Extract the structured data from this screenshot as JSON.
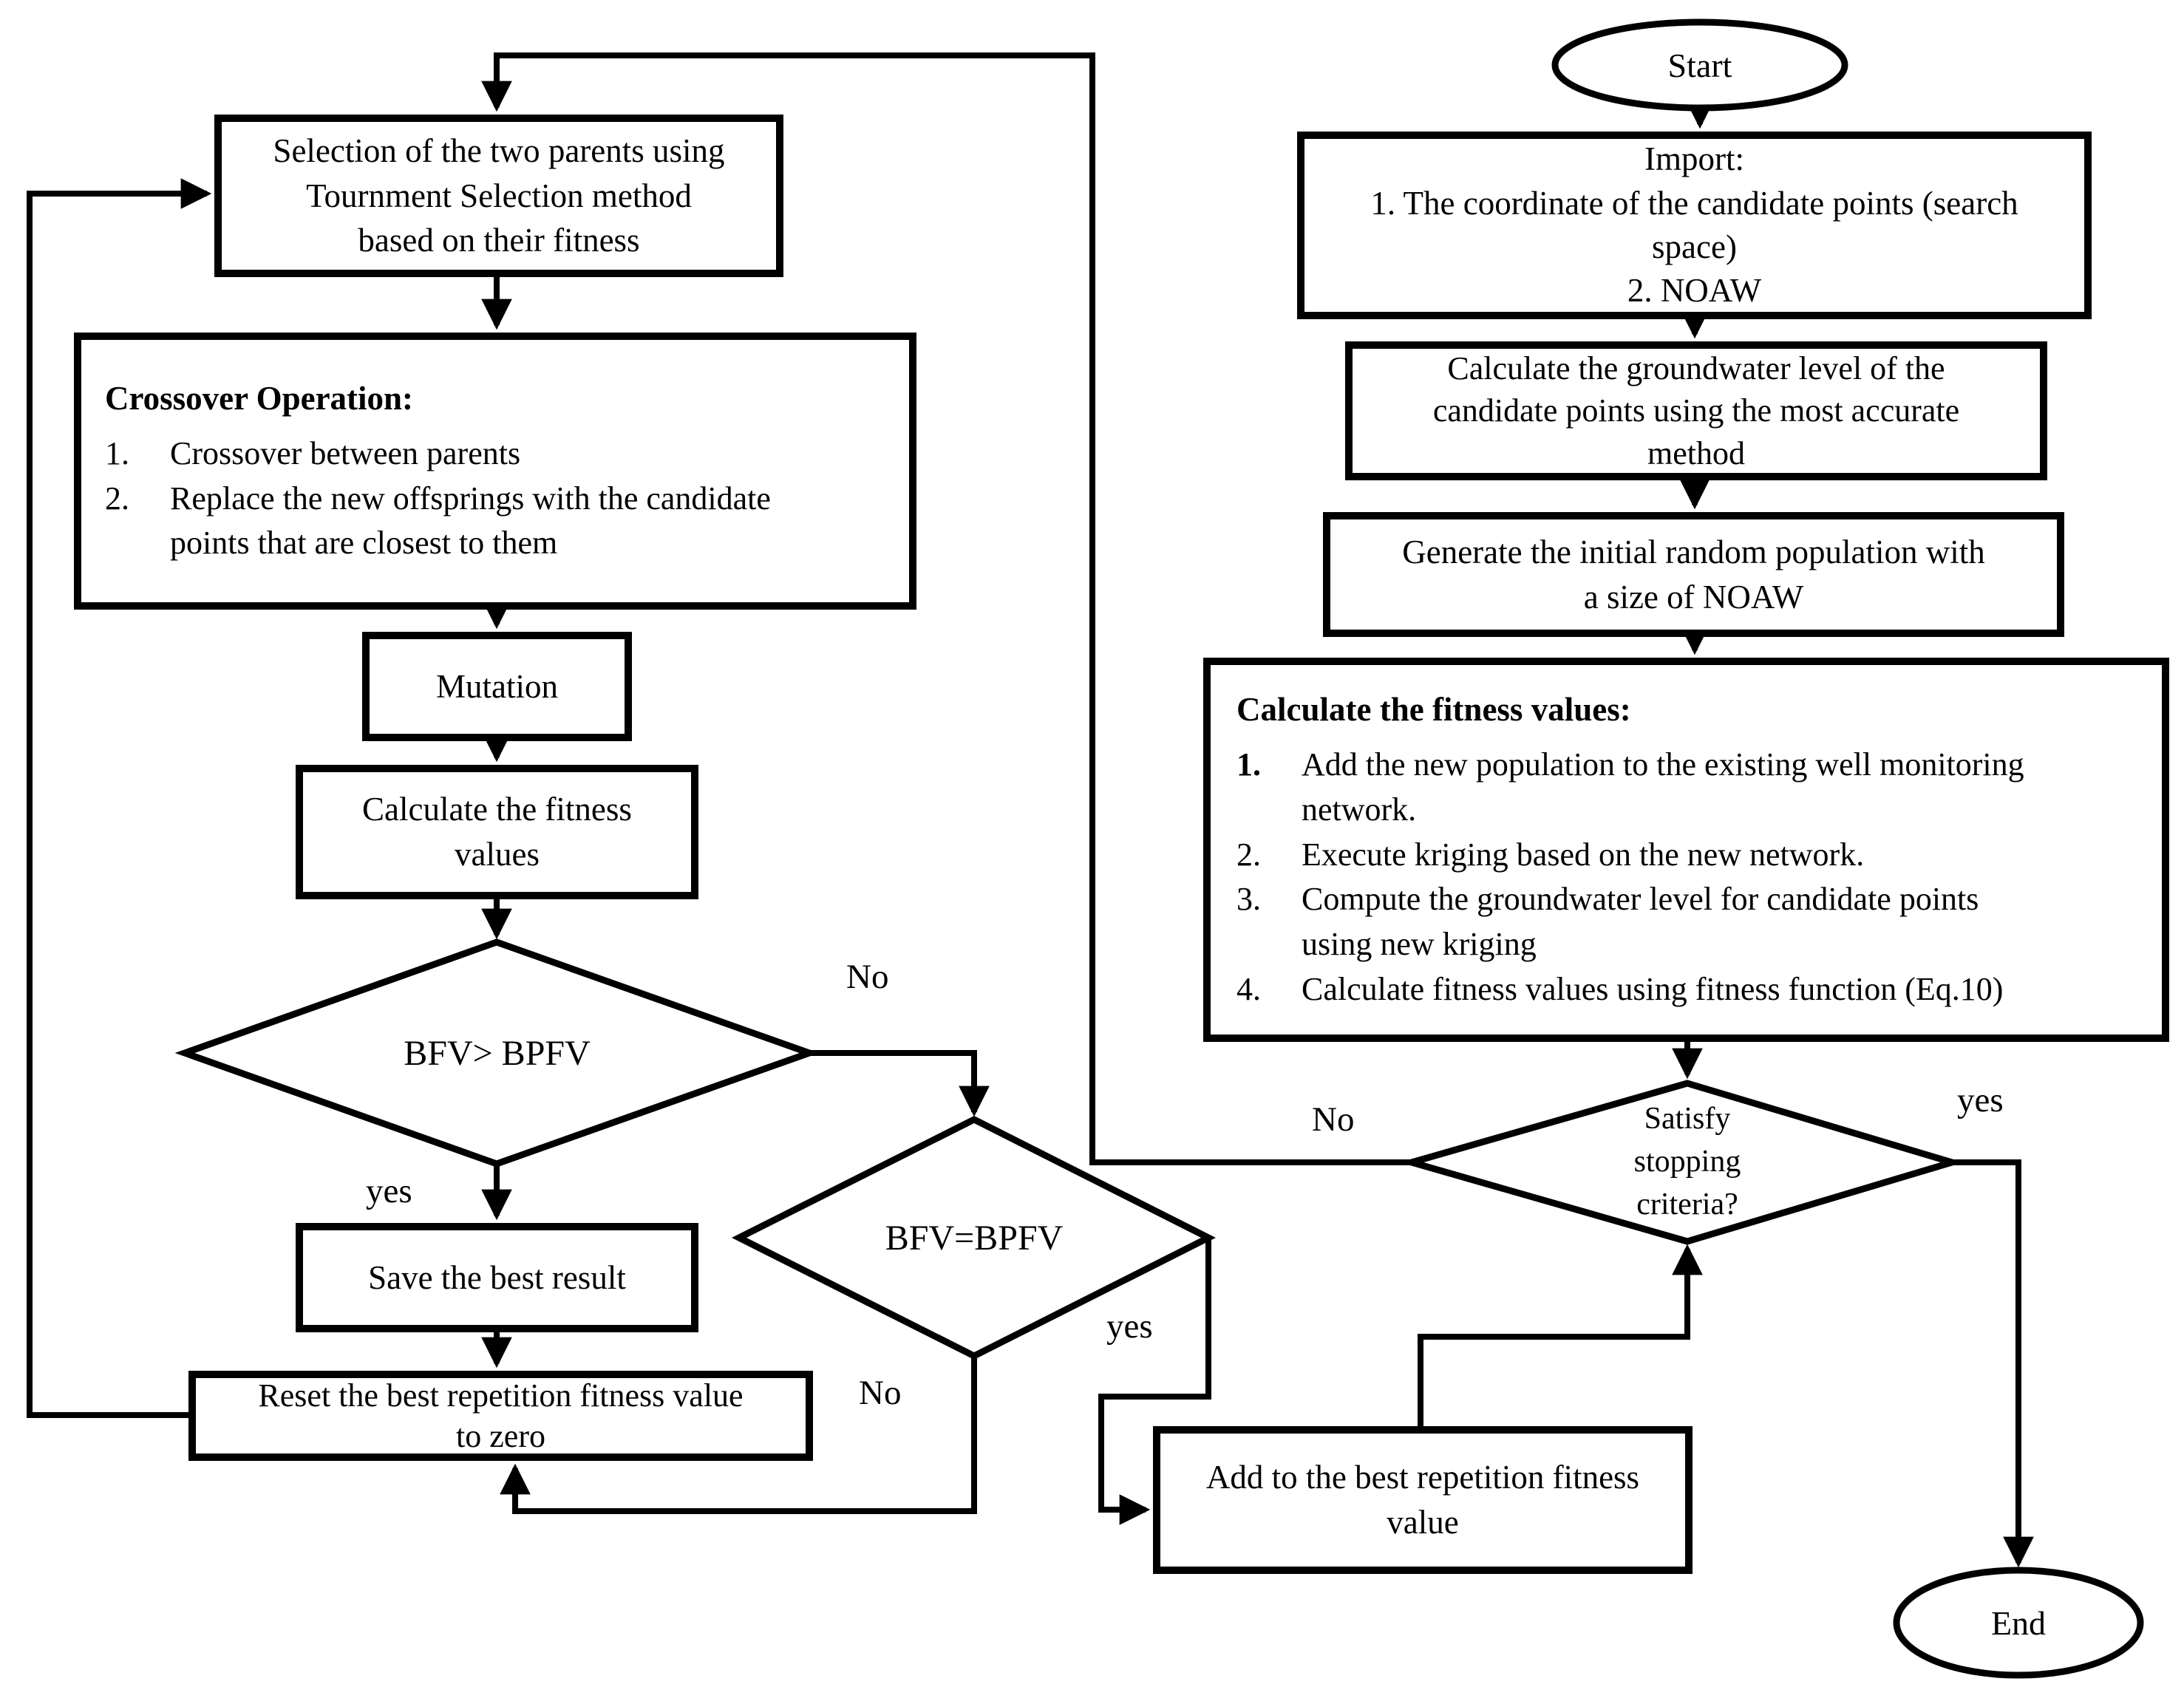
{
  "colors": {
    "ink": "#000000",
    "paper": "#ffffff"
  },
  "nodes": {
    "start": {
      "label": "Start"
    },
    "import_box": {
      "text": "Import:\n1. The coordinate of the candidate points (search\nspace)\n2. NOAW"
    },
    "calc_groundwater": {
      "text": "Calculate the groundwater level of the\ncandidate points using the most accurate\nmethod"
    },
    "generate_population": {
      "text": "Generate the initial random population with\na size of NOAW"
    },
    "fitness_right": {
      "heading": "Calculate the fitness values:",
      "items": [
        {
          "marker": "1.",
          "text": "Add the new population to the existing well monitoring\nnetwork."
        },
        {
          "marker": "2.",
          "text": "Execute kriging based on the new network."
        },
        {
          "marker": "3.",
          "text": "Compute the groundwater level for candidate points\nusing new kriging"
        },
        {
          "marker": "4.",
          "text": "Calculate fitness values using fitness function (Eq.10)"
        }
      ]
    },
    "satisfy": {
      "text": "Satisfy\nstopping\ncriteria?"
    },
    "add_best": {
      "text": "Add to the best repetition fitness\nvalue"
    },
    "end": {
      "label": "End"
    },
    "selection": {
      "text": "Selection of the two parents using\nTournment Selection method\nbased on their fitness"
    },
    "crossover": {
      "heading": "Crossover Operation:",
      "items": [
        {
          "marker": "1.",
          "text": "Crossover between parents"
        },
        {
          "marker": "2.",
          "text": "Replace the new offsprings with the candidate\npoints that  are closest to them"
        }
      ]
    },
    "mutation": {
      "text": "Mutation"
    },
    "fitness_left": {
      "text": "Calculate the fitness\nvalues"
    },
    "bfv_gt": {
      "text": "BFV> BPFV"
    },
    "save_best": {
      "text": "Save the best result"
    },
    "reset_best": {
      "text": "Reset the best repetition fitness value\nto zero"
    },
    "bfv_eq": {
      "text": "BFV=BPFV"
    }
  },
  "edge_labels": {
    "bfv_gt_no": "No",
    "bfv_gt_yes": "yes",
    "bfv_eq_yes": "yes",
    "bfv_eq_no": "No",
    "satisfy_no": "No",
    "satisfy_yes": "yes"
  }
}
